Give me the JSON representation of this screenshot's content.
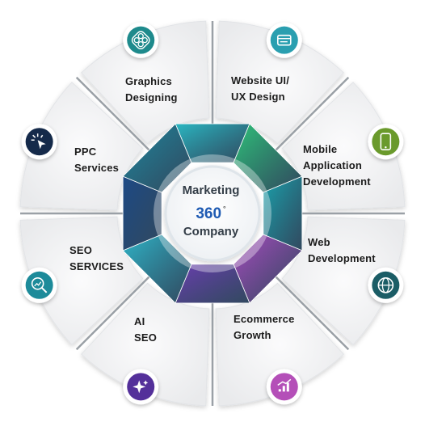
{
  "center": {
    "line1": "Marketing",
    "line2": "360",
    "degree": "°",
    "line3": "Company"
  },
  "segments": [
    {
      "id": "website",
      "lines": [
        "Website UI/",
        "UX Design"
      ],
      "icon": "browser-window-icon",
      "icon_color": "#2a9fb0"
    },
    {
      "id": "mobile",
      "lines": [
        "Mobile",
        "Application",
        "Development"
      ],
      "icon": "smartphone-icon",
      "icon_color": "#6a9a2c"
    },
    {
      "id": "web",
      "lines": [
        "Web",
        "Development"
      ],
      "icon": "globe-icon",
      "icon_color": "#1b5d66"
    },
    {
      "id": "ecommerce",
      "lines": [
        "Ecommerce",
        "Growth"
      ],
      "icon": "growth-chart-icon",
      "icon_color": "#b44fb8"
    },
    {
      "id": "ai-seo",
      "lines": [
        "AI",
        "SEO"
      ],
      "icon": "sparkles-icon",
      "icon_color": "#54309a"
    },
    {
      "id": "seo",
      "lines": [
        "SEO",
        "SERVICES"
      ],
      "icon": "search-analytics-icon",
      "icon_color": "#1d8b9a"
    },
    {
      "id": "ppc",
      "lines": [
        "PPC",
        "Services"
      ],
      "icon": "cursor-click-icon",
      "icon_color": "#152a4a"
    },
    {
      "id": "graphics",
      "lines": [
        "Graphics",
        "Designing"
      ],
      "icon": "design-shapes-icon",
      "icon_color": "#1e8a8c"
    }
  ],
  "ring_colors": [
    "#2ab7c2",
    "#2fc27a",
    "#1aa3ad",
    "#a94bc0",
    "#6b3fb0",
    "#2fb5c8",
    "#1d4a86",
    "#1f8aa0"
  ]
}
